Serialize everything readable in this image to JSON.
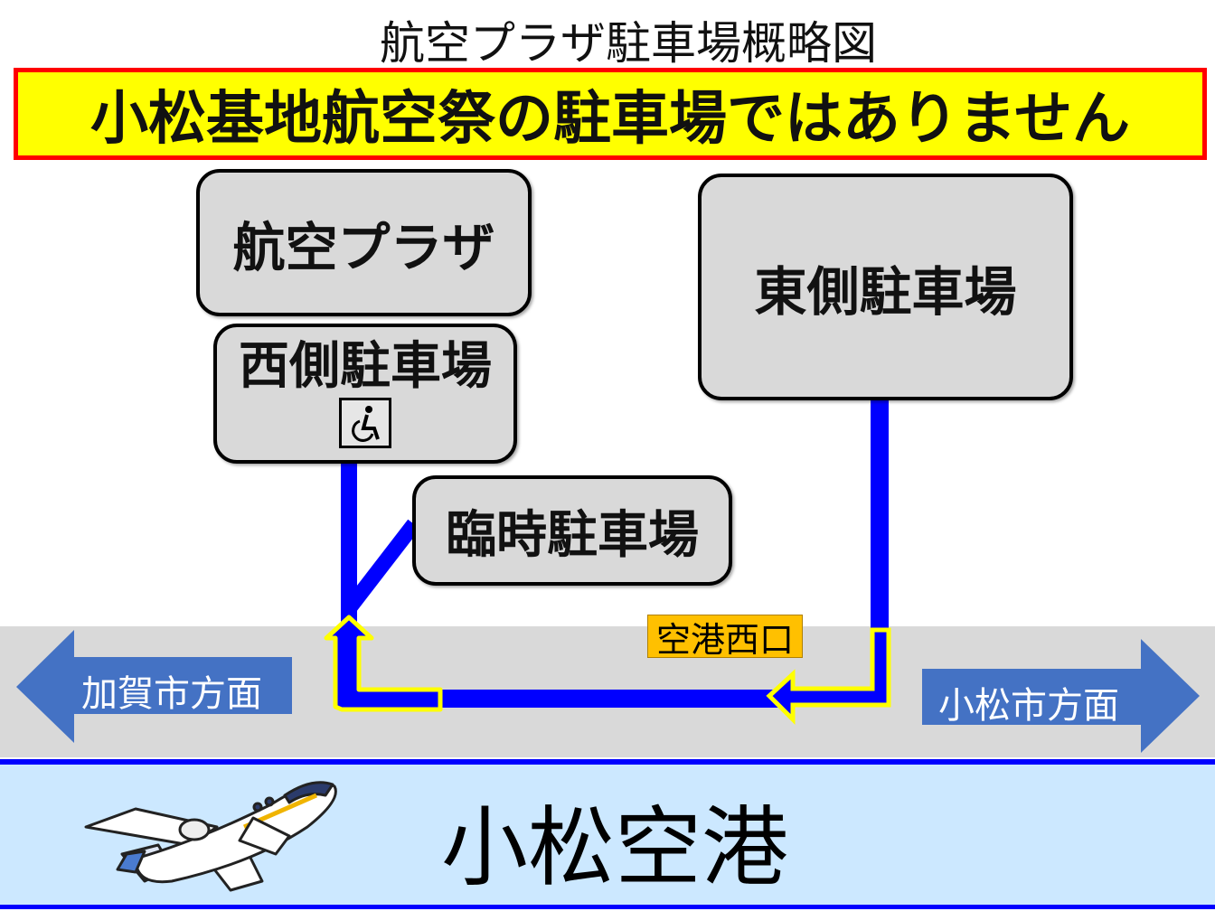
{
  "title": "航空プラザ駐車場概略図",
  "notice": "小松基地航空祭の駐車場ではありません",
  "places": {
    "plaza": "航空プラザ",
    "west": "西側駐車場",
    "east": "東側駐車場",
    "temp": "臨時駐車場"
  },
  "gate_label": "空港西口",
  "directions": {
    "left": "加賀市方面",
    "right": "小松市方面"
  },
  "airport": "小松空港",
  "icons": {
    "accessible": "wheelchair-icon",
    "airplane": "airplane-icon"
  },
  "colors": {
    "route": "#0000ff",
    "route_outline": "#ffff00",
    "direction_arrow": "#4472c4",
    "gate": "#ffc000",
    "notice_border": "#ff0000",
    "notice_fill": "#ffff00"
  }
}
